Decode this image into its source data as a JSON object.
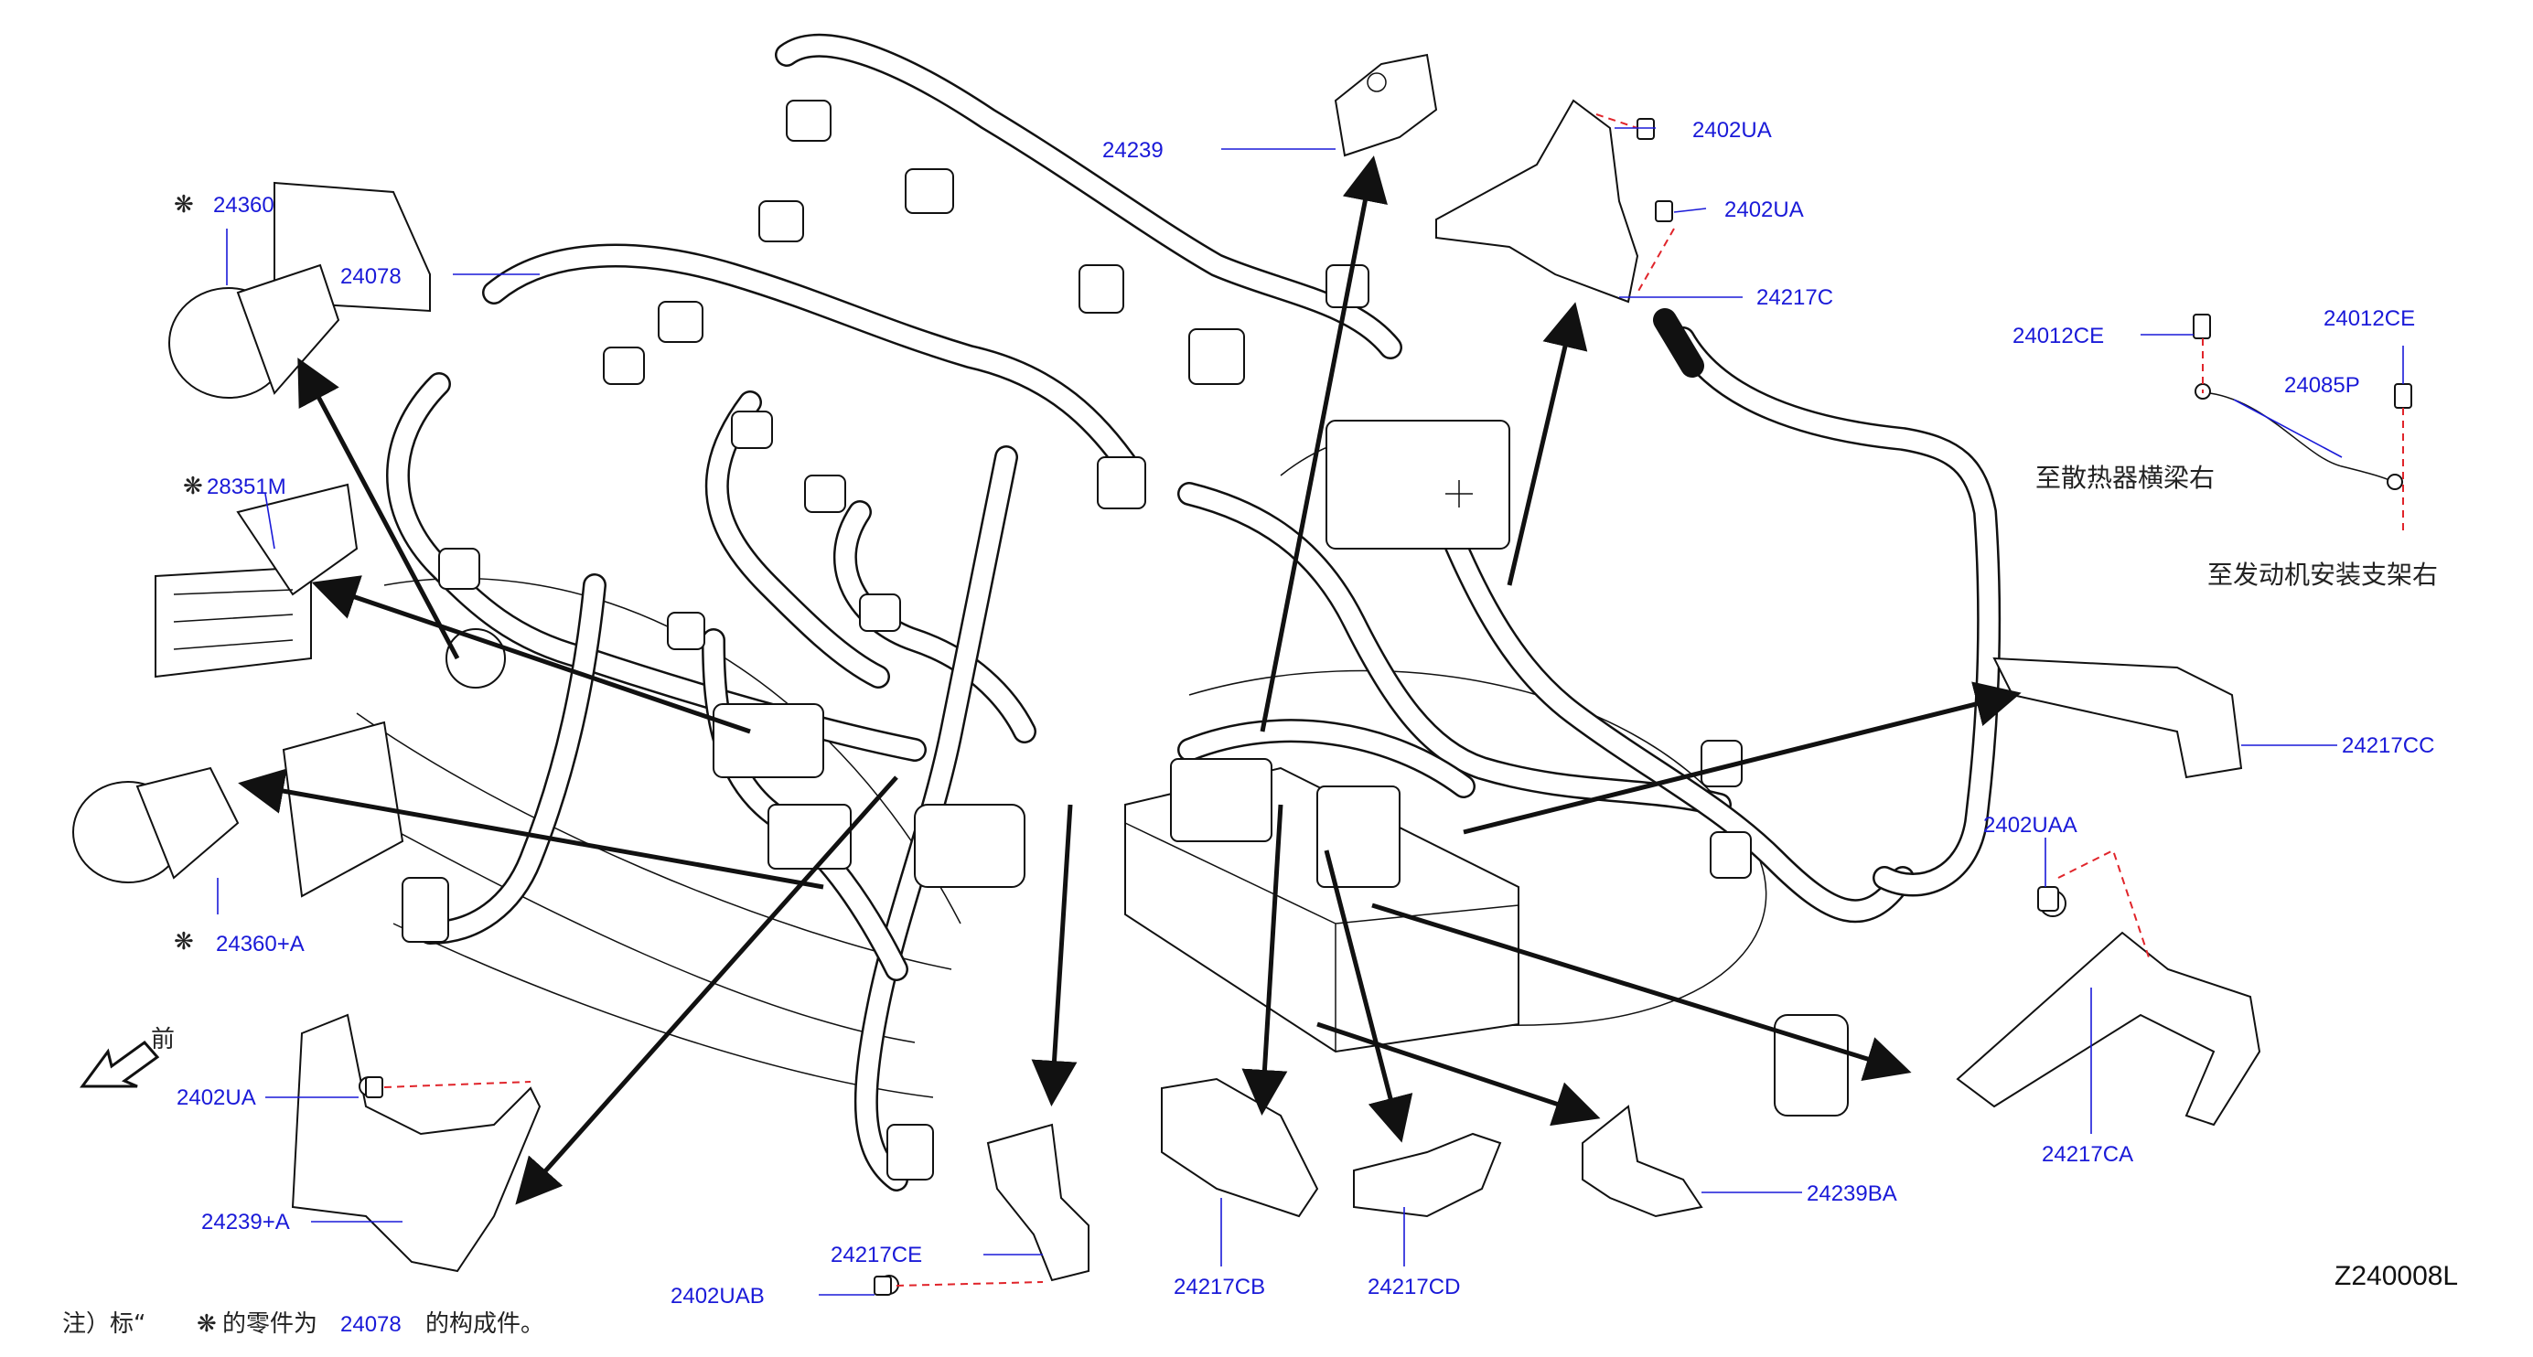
{
  "diagram": {
    "code": "Z240008L",
    "direction_label": "前",
    "note": {
      "prefix": "注）标“",
      "middle": "的零件为",
      "part": "24078",
      "suffix": "的构成件。"
    },
    "texts_cn": {
      "radiator": "至散热器横梁右",
      "engine_mount": "至发动机安装支架右"
    },
    "labels": {
      "l24239": "24239",
      "l24360": "24360",
      "l24078": "24078",
      "l28351M": "28351M",
      "l24360A": "24360+A",
      "l2402UA_top1": "2402UA",
      "l2402UA_top2": "2402UA",
      "l24217C": "24217C",
      "l24012CE_left": "24012CE",
      "l24012CE_right": "24012CE",
      "l24085P": "24085P",
      "l24217CC": "24217CC",
      "l2402UAA": "2402UAA",
      "l24217CA": "24217CA",
      "l2402UA_bottom": "2402UA",
      "l24239A": "24239+A",
      "l24217CE": "24217CE",
      "l2402UAB": "2402UAB",
      "l24217CB": "24217CB",
      "l24217CD": "24217CD",
      "l24239BA": "24239BA"
    },
    "colors": {
      "label": "#1a1ad8",
      "dash": "#e0242a",
      "line": "#111111"
    },
    "icons": [
      "front-arrow-icon",
      "star-mark-icon"
    ]
  }
}
